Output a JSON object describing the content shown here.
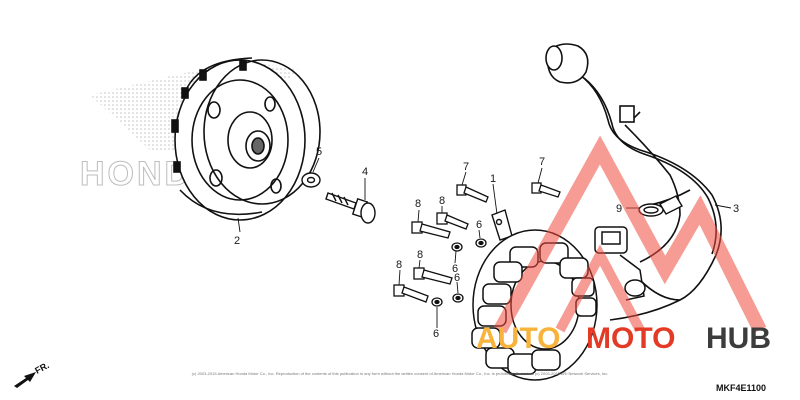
{
  "brand_watermark": {
    "text": "HONDA",
    "color": "#bdbdbd"
  },
  "parts": [
    {
      "ref": "1"
    },
    {
      "ref": "2"
    },
    {
      "ref": "3"
    },
    {
      "ref": "4"
    },
    {
      "ref": "5"
    },
    {
      "ref": "6"
    },
    {
      "ref": "6"
    },
    {
      "ref": "6"
    },
    {
      "ref": "6"
    },
    {
      "ref": "7"
    },
    {
      "ref": "7"
    },
    {
      "ref": "8"
    },
    {
      "ref": "8"
    },
    {
      "ref": "8"
    },
    {
      "ref": "8"
    },
    {
      "ref": "9"
    }
  ],
  "front_indicator": "FR.",
  "diagram_code": "MKF4E1100",
  "copyright_text": "(c) 2003-2015 American Honda Motor Co., Inc. Reproduction of the contents of this publication in any form without the written consent of American Honda Motor Co., Inc. is prohibited. Parts data (c) 2003-2015 ARI Network Services, Inc.",
  "site_watermark": {
    "part1": "AUTO",
    "part2": "MOTO",
    "part3": "HUB",
    "colors": {
      "auto": "#f7b33b",
      "moto": "#e23a25",
      "hub": "#3c3c3c",
      "triangle": "#f04a3c"
    }
  }
}
